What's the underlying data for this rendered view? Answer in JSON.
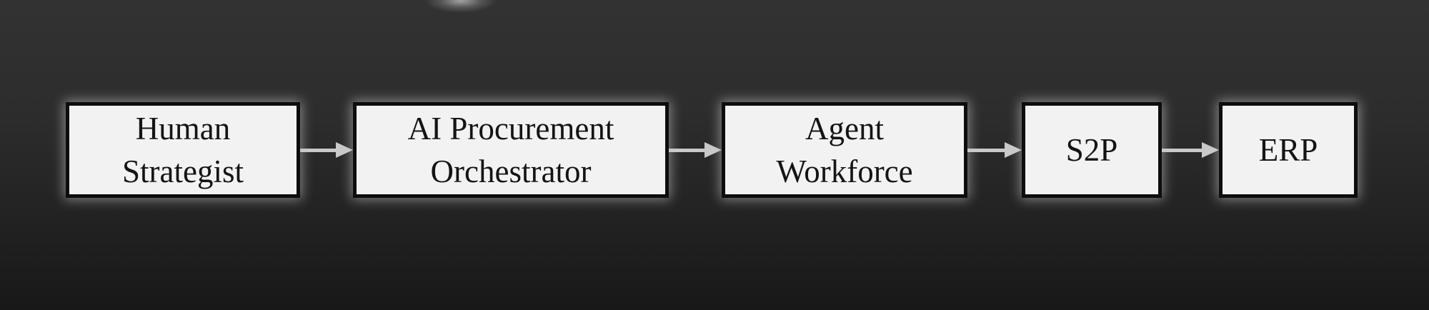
{
  "diagram": {
    "type": "flowchart",
    "direction": "left-to-right",
    "nodes": [
      {
        "id": "human-strategist",
        "label": "Human\nStrategist"
      },
      {
        "id": "ai-procurement-orchestrator",
        "label": "AI Procurement\nOrchestrator"
      },
      {
        "id": "agent-workforce",
        "label": "Agent\nWorkforce"
      },
      {
        "id": "s2p",
        "label": "S2P"
      },
      {
        "id": "erp",
        "label": "ERP"
      }
    ],
    "edges": [
      {
        "from": "human-strategist",
        "to": "ai-procurement-orchestrator",
        "arrow": "right"
      },
      {
        "from": "ai-procurement-orchestrator",
        "to": "agent-workforce",
        "arrow": "right"
      },
      {
        "from": "agent-workforce",
        "to": "s2p",
        "arrow": "right"
      },
      {
        "from": "s2p",
        "to": "erp",
        "arrow": "right"
      }
    ],
    "colors": {
      "background_top": "#323232",
      "background_bottom": "#181818",
      "node_fill": "#f2f2f2",
      "node_border": "#0d0d0d",
      "node_text": "#141414",
      "node_glow": "rgba(255,255,255,0.45)",
      "arrow": "#c9c9c9"
    }
  }
}
